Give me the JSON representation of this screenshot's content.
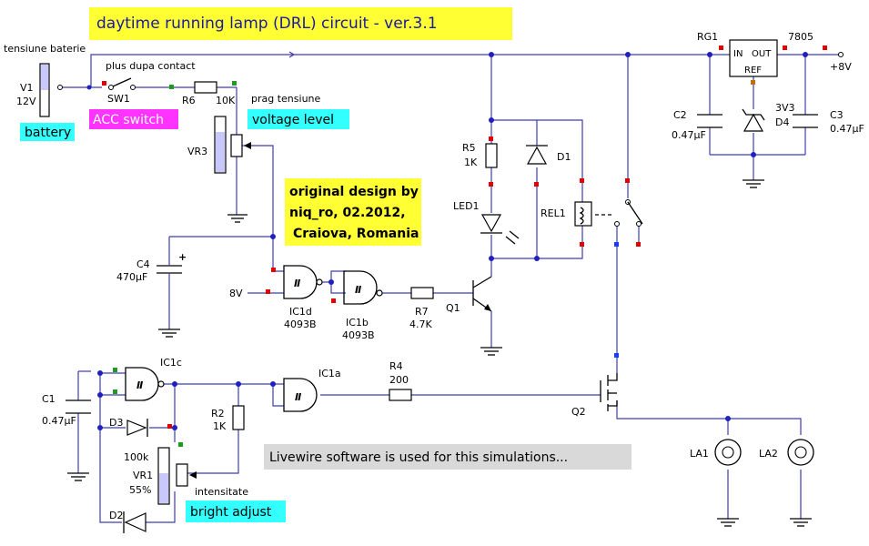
{
  "title": "daytime running lamp (DRL) circuit - ver.3.1",
  "credit": [
    "original design by",
    "niq_ro, 02.2012,",
    "Craiova, Romania"
  ],
  "note": "Livewire software is used for this simulations...",
  "colors": {
    "title_bg": "#ffff33",
    "tag_cyan": "#33ffff",
    "tag_magenta": "#ff33ff",
    "note_bg": "#d9d9d9",
    "wire": "#3c3cb4",
    "pin_red": "#e00000",
    "pin_blue": "#1a3cff",
    "pin_green": "#1f9a1f"
  },
  "tags": {
    "battery": "battery",
    "acc_switch": "ACC switch",
    "voltage_level": "voltage level",
    "bright_adjust": "bright adjust"
  },
  "labels": {
    "tensiune_baterie": "tensiune baterie",
    "plus_dupa_contact": "plus dupa contact",
    "prag_tensiune": "prag tensiune",
    "intensitate": "intensitate",
    "plus8v": "+8V",
    "v8": "8V"
  },
  "components": {
    "v1": {
      "name": "V1",
      "value": "12V"
    },
    "sw1": {
      "name": "SW1"
    },
    "r6": {
      "name": "R6",
      "value": "10K"
    },
    "vr3": {
      "name": "VR3"
    },
    "c4": {
      "name": "C4",
      "value": "470µF"
    },
    "ic1d": {
      "name": "IC1d",
      "value": "4093B"
    },
    "ic1b": {
      "name": "IC1b",
      "value": "4093B"
    },
    "r7": {
      "name": "R7",
      "value": "4.7K"
    },
    "q1": {
      "name": "Q1"
    },
    "r5": {
      "name": "R5",
      "value": "1K"
    },
    "led1": {
      "name": "LED1"
    },
    "d1": {
      "name": "D1"
    },
    "rel1": {
      "name": "REL1"
    },
    "rg1": {
      "name": "RG1",
      "value": "7805",
      "pin_in": "IN",
      "pin_out": "OUT",
      "pin_ref": "REF"
    },
    "c2": {
      "name": "C2",
      "value": "0.47µF"
    },
    "d4": {
      "name": "D4",
      "value": "3V3"
    },
    "c3": {
      "name": "C3",
      "value": "0.47µF"
    },
    "c1": {
      "name": "C1",
      "value": "0.47µF"
    },
    "ic1c": {
      "name": "IC1c"
    },
    "ic1a": {
      "name": "IC1a"
    },
    "r4": {
      "name": "R4",
      "value": "200"
    },
    "r2": {
      "name": "R2",
      "value": "1K"
    },
    "d3": {
      "name": "D3"
    },
    "d2": {
      "name": "D2"
    },
    "vr1": {
      "name": "VR1",
      "value": "100k",
      "percent": "55%"
    },
    "q2": {
      "name": "Q2"
    },
    "la1": {
      "name": "LA1"
    },
    "la2": {
      "name": "LA2"
    }
  }
}
